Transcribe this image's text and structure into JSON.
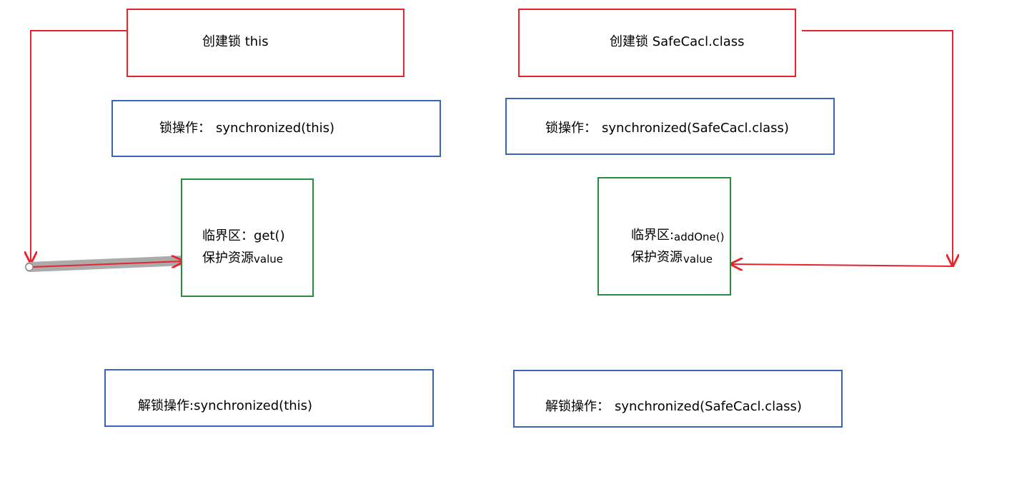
{
  "left": {
    "create_lock": "创建锁 this",
    "lock_op_prefix": "锁操作：",
    "lock_op_value": "synchronized(this)",
    "critical_title": "临界区：get()",
    "critical_resource": "保护资源",
    "critical_resource_var": "value",
    "unlock_op": "解锁操作:synchronized(this)"
  },
  "right": {
    "create_lock": "创建锁 SafeCacl.class",
    "lock_op_prefix": "锁操作：",
    "lock_op_value": "synchronized(SafeCacl.class)",
    "critical_title_prefix": "临界区:",
    "critical_title_method": "addOne()",
    "critical_resource": "保护资源",
    "critical_resource_var": "value",
    "unlock_op_prefix": "解锁操作：",
    "unlock_op_value": "synchronized(SafeCacl.class)"
  },
  "colors": {
    "lock_box": "#e8232c",
    "operation_box": "#3a64b8",
    "critical_box": "#2a8a3e",
    "arrow": "#e8232c"
  }
}
